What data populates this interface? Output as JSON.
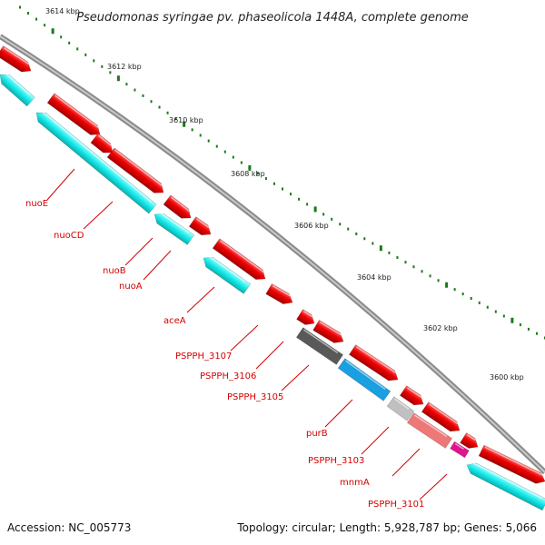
{
  "title": "Pseudomonas syringae pv. phaseolicola 1448A, complete genome",
  "footer": {
    "accession": "Accession: NC_005773",
    "topology": "Topology: circular; Length: 5,928,787 bp; Genes: 5,066"
  },
  "ruler_labels": [
    "3614 kbp",
    "3612 kbp",
    "3610 kbp",
    "3608 kbp",
    "3606 kbp",
    "3604 kbp",
    "3602 kbp",
    "3600 kbp"
  ],
  "gene_labels": [
    "nuoE",
    "nuoCD",
    "nuoB",
    "nuoA",
    "aceA",
    "PSPPH_3107",
    "PSPPH_3106",
    "PSPPH_3105",
    "purB",
    "PSPPH_3103",
    "mnmA",
    "PSPPH_3101"
  ],
  "colors": {
    "forward_cds": "#ee0000",
    "reverse_cds": "#19ecec",
    "backbone": "#8a8a8a",
    "ruler_tick": "#1a7a1a",
    "label": "#d40000",
    "dark_gene": "#595959",
    "blue_gene": "#1a9fe0",
    "light_gray_gene": "#c0c0c0",
    "pink_gene": "#ee7777",
    "magenta_gene": "#e0148c"
  }
}
